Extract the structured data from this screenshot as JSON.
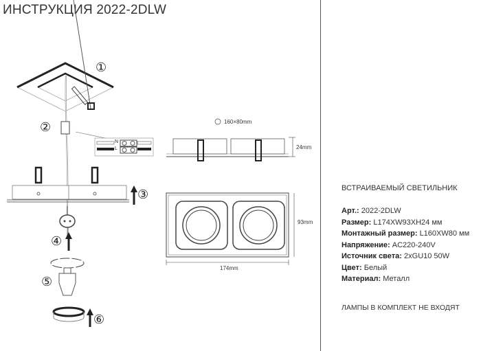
{
  "title": "ИНСТРУКЦИЯ 2022-2DLW",
  "steps": [
    "①",
    "②",
    "③",
    "④",
    "⑤",
    "⑥"
  ],
  "wires": {
    "n": "N",
    "l": "L"
  },
  "dimensions": {
    "cutout": "160×80mm",
    "height": "24mm",
    "width": "93mm",
    "length": "174mm"
  },
  "product": {
    "heading": "ВСТРАИВАЕМЫЙ СВЕТИЛЬНИК",
    "specs": [
      {
        "label": "Арт.:",
        "value": "2022-2DLW"
      },
      {
        "label": "Размер:",
        "value": "L174XW93XH24 мм"
      },
      {
        "label": "Монтажный размер:",
        "value": "L160XW80 мм"
      },
      {
        "label": "Напряжение:",
        "value": "AC220-240V"
      },
      {
        "label": "Источник света:",
        "value": "2xGU10 50W"
      },
      {
        "label": "Цвет:",
        "value": "Белый"
      },
      {
        "label": "Материал:",
        "value": "Металл"
      }
    ],
    "footer": "ЛАМПЫ В КОМПЛЕКТ НЕ ВХОДЯТ"
  }
}
